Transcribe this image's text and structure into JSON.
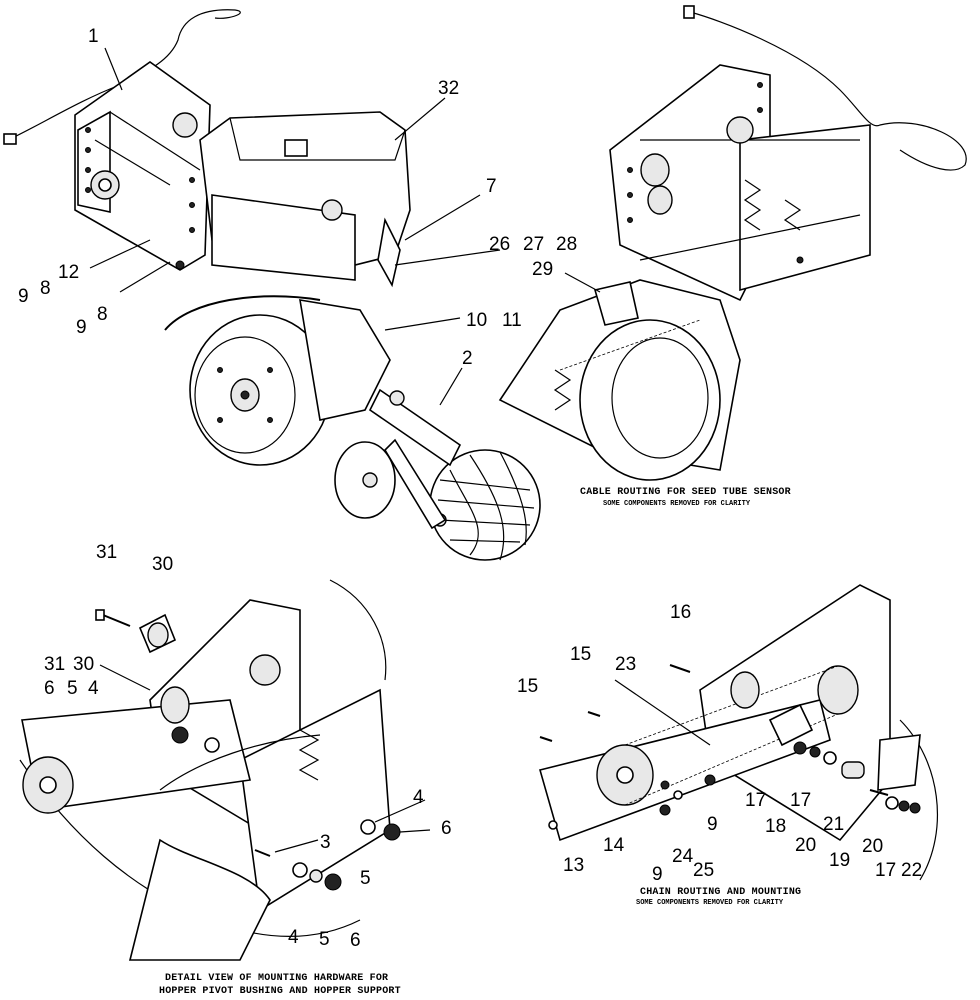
{
  "callouts_main": [
    "1",
    "32",
    "7",
    "26",
    "27",
    "28",
    "12",
    "9",
    "8",
    "9",
    "8",
    "10",
    "11",
    "2",
    "29"
  ],
  "callouts_detail_hopper": [
    "31",
    "30",
    "31",
    "30",
    "6",
    "5",
    "4",
    "4",
    "6",
    "3",
    "5",
    "4",
    "5",
    "6"
  ],
  "callouts_detail_chain": [
    "16",
    "15",
    "15",
    "23",
    "17",
    "17",
    "18",
    "20",
    "21",
    "19",
    "20",
    "17",
    "22",
    "13",
    "14",
    "9",
    "24",
    "25",
    "9"
  ],
  "captions": {
    "cable_title": "CABLE ROUTING FOR SEED TUBE SENSOR",
    "cable_sub": "SOME COMPONENTS REMOVED FOR CLARITY",
    "chain_title": "CHAIN ROUTING AND MOUNTING",
    "chain_sub": "SOME COMPONENTS REMOVED FOR CLARITY",
    "hopper_line1": "DETAIL VIEW OF MOUNTING HARDWARE FOR",
    "hopper_line2": "HOPPER PIVOT BUSHING AND HOPPER SUPPORT"
  },
  "colors": {
    "ink": "#000000",
    "paper": "#ffffff"
  }
}
